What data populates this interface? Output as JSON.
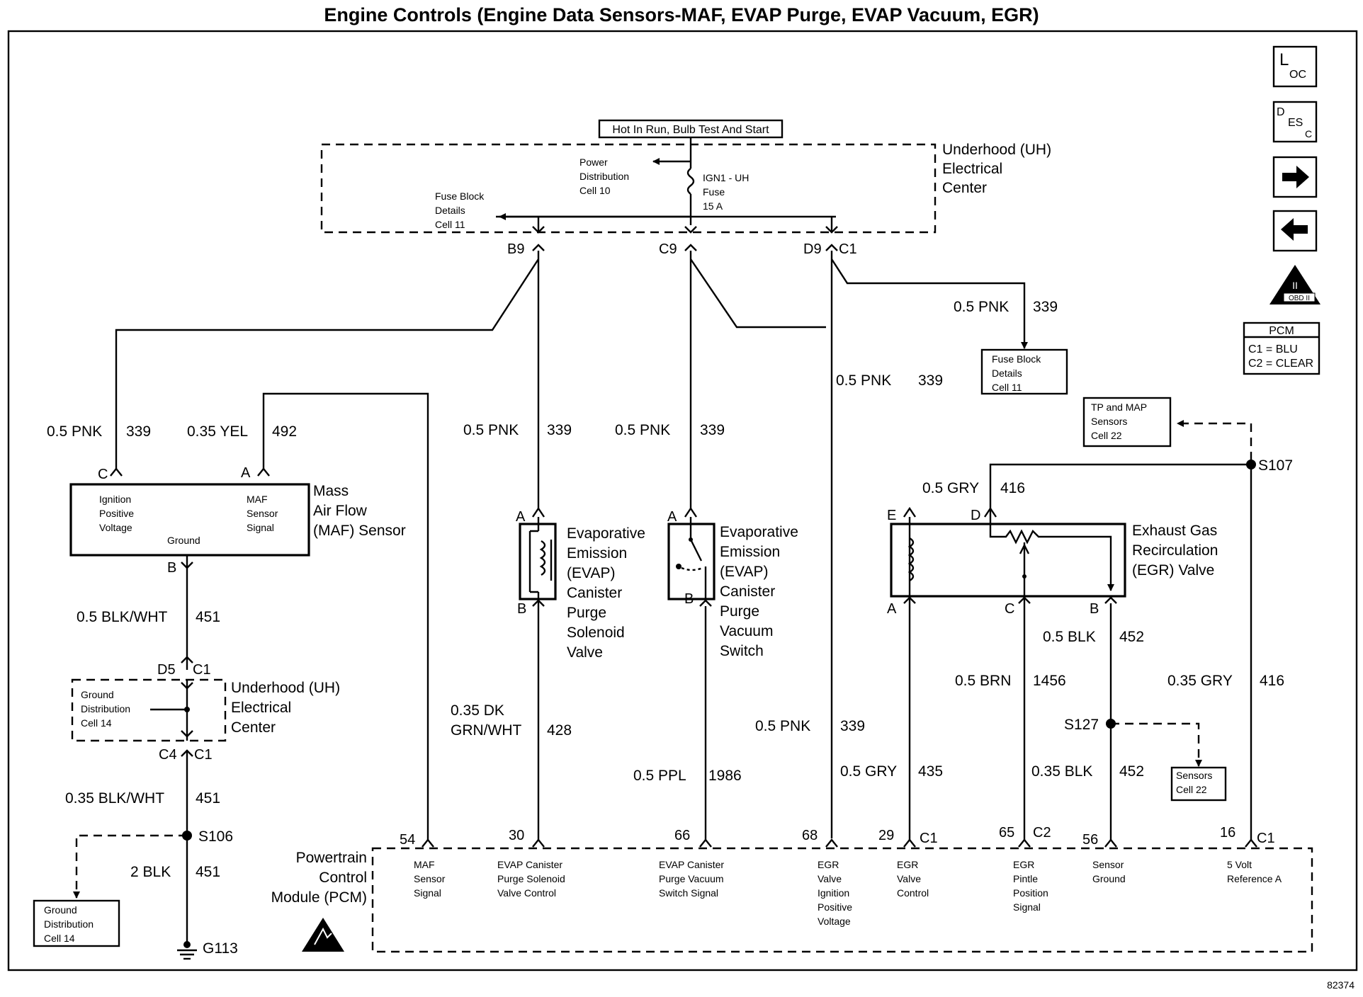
{
  "title": "Engine Controls (Engine Data Sensors-MAF, EVAP Purge, EVAP Vacuum, EGR)",
  "figure_number": "82374",
  "nav": {
    "loc": {
      "main": "L",
      "sub": "OC"
    },
    "desc": {
      "main": "D",
      "sub": "ES",
      "sub2": "C"
    },
    "forward_icon": "right-arrow-icon",
    "back_icon": "left-arrow-icon",
    "obd_label": "OBD II",
    "obd_roman": "II"
  },
  "pcm_legend": {
    "header": "PCM",
    "c1": "C1 = BLU",
    "c2": "C2 = CLEAR"
  },
  "hot_label": "Hot In Run, Bulb Test And Start",
  "uh_center_top": {
    "line1": "Underhood (UH)",
    "line2": "Electrical",
    "line3": "Center"
  },
  "power_dist": {
    "line1": "Power",
    "line2": "Distribution",
    "line3": "Cell 10"
  },
  "fuse": {
    "line1": "IGN1 - UH",
    "line2": "Fuse",
    "line3": "15 A"
  },
  "fuse_block_left": {
    "line1": "Fuse Block",
    "line2": "Details",
    "line3": "Cell 11"
  },
  "fuse_block_right": {
    "line1": "Fuse Block",
    "line2": "Details",
    "line3": "Cell 11"
  },
  "top_pins": {
    "b9": "B9",
    "c9": "C9",
    "d9": "D9",
    "c1": "C1"
  },
  "wires": {
    "w339_maf": {
      "size": "0.5 PNK",
      "num": "339"
    },
    "w492": {
      "size": "0.35 YEL",
      "num": "492"
    },
    "w339_purge": {
      "size": "0.5 PNK",
      "num": "339"
    },
    "w339_vac": {
      "size": "0.5 PNK",
      "num": "339"
    },
    "w339_fb": {
      "size": "0.5 PNK",
      "num": "339"
    },
    "w339_egr": {
      "size": "0.5 PNK",
      "num": "339"
    },
    "w339_pcm68": {
      "size": "0.5 PNK",
      "num": "339"
    },
    "w451_a": {
      "size": "0.5 BLK/WHT",
      "num": "451"
    },
    "w451_b": {
      "size": "0.35 BLK/WHT",
      "num": "451"
    },
    "w451_c": {
      "size": "2 BLK",
      "num": "451"
    },
    "w428": {
      "size1": "0.35 DK",
      "size2": "GRN/WHT",
      "num": "428"
    },
    "w1986": {
      "size": "0.5 PPL",
      "num": "1986"
    },
    "w435": {
      "size": "0.5 GRY",
      "num": "435"
    },
    "w416_d": {
      "size": "0.5 GRY",
      "num": "416"
    },
    "w416_pcm": {
      "size": "0.35 GRY",
      "num": "416"
    },
    "w1456": {
      "size": "0.5 BRN",
      "num": "1456"
    },
    "w452_a": {
      "size": "0.5 BLK",
      "num": "452"
    },
    "w452_b": {
      "size": "0.35 BLK",
      "num": "452"
    }
  },
  "maf": {
    "pin_c": "C",
    "pin_a": "A",
    "pin_b": "B",
    "ign": {
      "line1": "Ignition",
      "line2": "Positive",
      "line3": "Voltage"
    },
    "sig": {
      "line1": "MAF",
      "line2": "Sensor",
      "line3": "Signal"
    },
    "ground": "Ground",
    "name": {
      "line1": "Mass",
      "line2": "Air Flow",
      "line3": "(MAF) Sensor"
    }
  },
  "purge": {
    "pin_a": "A",
    "pin_b": "B",
    "name": {
      "line1": "Evaporative",
      "line2": "Emission",
      "line3": "(EVAP)",
      "line4": "Canister",
      "line5": "Purge",
      "line6": "Solenoid",
      "line7": "Valve"
    }
  },
  "vacsw": {
    "pin_a": "A",
    "pin_b": "B",
    "name": {
      "line1": "Evaporative",
      "line2": "Emission",
      "line3": "(EVAP)",
      "line4": "Canister",
      "line5": "Purge",
      "line6": "Vacuum",
      "line7": "Switch"
    }
  },
  "egr": {
    "pin_e": "E",
    "pin_d": "D",
    "pin_a": "A",
    "pin_c": "C",
    "pin_b": "B",
    "name": {
      "line1": "Exhaust Gas",
      "line2": "Recirculation",
      "line3": "(EGR) Valve"
    }
  },
  "uh_center_low": {
    "d5": "D5",
    "c1_top": "C1",
    "c4": "C4",
    "c1_bot": "C1",
    "inner": {
      "line1": "Ground",
      "line2": "Distribution",
      "line3": "Cell 14"
    },
    "name": {
      "line1": "Underhood (UH)",
      "line2": "Electrical",
      "line3": "Center"
    }
  },
  "splices": {
    "s106": "S106",
    "s107": "S107",
    "s127": "S127",
    "g113": "G113"
  },
  "ground_dist": {
    "line1": "Ground",
    "line2": "Distribution",
    "line3": "Cell 14"
  },
  "tp_map": {
    "line1": "TP and MAP",
    "line2": "Sensors",
    "line3": "Cell 22"
  },
  "sensors": {
    "line1": "Sensors",
    "line2": "Cell 22"
  },
  "pcm": {
    "name": {
      "line1": "Powertrain",
      "line2": "Control",
      "line3": "Module (PCM)"
    },
    "pins": {
      "p54": "54",
      "p30": "30",
      "p66": "66",
      "p68": "68",
      "p29": "29",
      "p29c": "C1",
      "p65": "65",
      "p65c": "C2",
      "p56": "56",
      "p16": "16",
      "p16c": "C1"
    },
    "fn54": {
      "line1": "MAF",
      "line2": "Sensor",
      "line3": "Signal"
    },
    "fn30": {
      "line1": "EVAP Canister",
      "line2": "Purge Solenoid",
      "line3": "Valve Control"
    },
    "fn66": {
      "line1": "EVAP Canister",
      "line2": "Purge Vacuum",
      "line3": "Switch Signal"
    },
    "fn68": {
      "line1": "EGR",
      "line2": "Valve",
      "line3": "Ignition",
      "line4": "Positive",
      "line5": "Voltage"
    },
    "fn29": {
      "line1": "EGR",
      "line2": "Valve",
      "line3": "Control"
    },
    "fn65": {
      "line1": "EGR",
      "line2": "Pintle",
      "line3": "Position",
      "line4": "Signal"
    },
    "fn56": {
      "line1": "Sensor",
      "line2": "Ground"
    },
    "fn16": {
      "line1": "5 Volt",
      "line2": "Reference A"
    },
    "esd_icon": "esd-warning-icon"
  }
}
